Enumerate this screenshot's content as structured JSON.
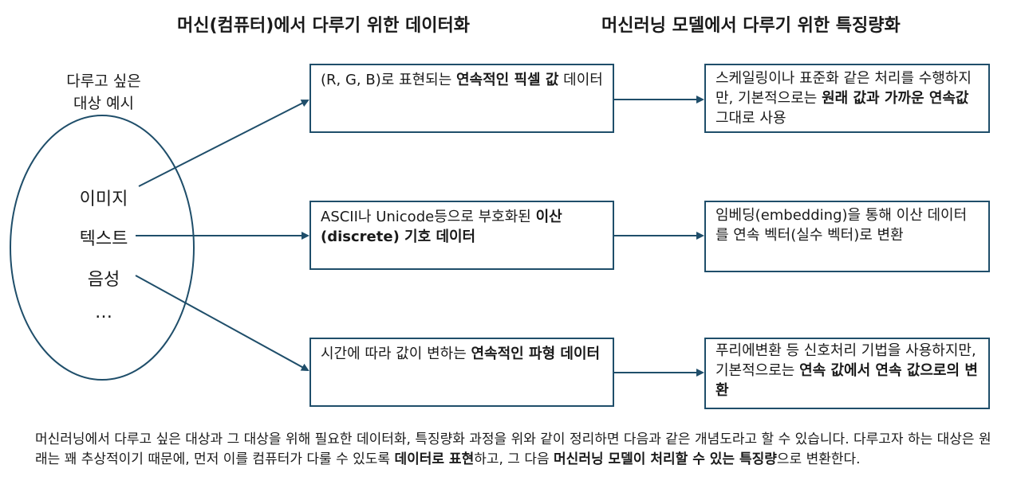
{
  "headers": {
    "data": "머신(컴퓨터)에서 다루기 위한 데이터화",
    "feature": "머신러닝 모델에서 다루기 위한 특징량화"
  },
  "ellipse": {
    "title_line1": "다루고 싶은",
    "title_line2": "대상 예시",
    "items": [
      "이미지",
      "텍스트",
      "음성",
      "…"
    ]
  },
  "data_boxes": [
    {
      "pre": "(R, G, B)로 표현되는 ",
      "bold": "연속적인 픽셀 값",
      "post": " 데이터"
    },
    {
      "pre": "ASCII나 Unicode등으로 부호화된 ",
      "bold": "이산(discrete) 기호 데이터",
      "post": ""
    },
    {
      "pre": "시간에 따라 값이 변하는 ",
      "bold": "연속적인 파형 데이터",
      "post": ""
    }
  ],
  "feature_boxes": [
    {
      "pre": "스케일링이나 표준화 같은 처리를 수행하지만, 기본적으로는 ",
      "bold": "원래 값과 가까운 연속값",
      "post": " 그대로 사용"
    },
    {
      "pre": "임베딩(embedding)을 통해 이산 데이터를 연속 벡터(실수 벡터)로 변환",
      "bold": "",
      "post": ""
    },
    {
      "pre": "푸리에변환 등 신호처리 기법을 사용하지만, 기본적으로는 ",
      "bold": "연속 값에서 연속 값으로의 변환",
      "post": ""
    }
  ],
  "footer": {
    "part1": "머신러닝에서 다루고 싶은 대상과 그 대상을 위해 필요한 데이터화, 특징량화 과정을 위와 같이 정리하면 다음과 같은 개념도라고 할 수 있습니다. 다루고자 하는 대상은 원래는 꽤 추상적이기 때문에, 먼저 이를 컴퓨터가 다룰 수 있도록 ",
    "bold1": "데이터로 표현",
    "part2": "하고, 그 다음 ",
    "bold2": "머신러닝 모델이 처리할 수 있는 특징량",
    "part3": "으로 변환한다."
  },
  "colors": {
    "box_border": "#1f4e6a",
    "arrow": "#1f4e6a",
    "text": "#1a1a1a"
  }
}
